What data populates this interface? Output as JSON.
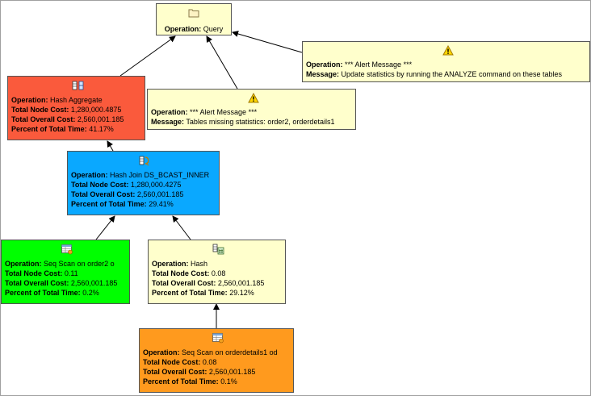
{
  "colors": {
    "query_fill": "#ffffcc",
    "alert_fill": "#ffffcc",
    "hash_aggregate_fill": "#fa5a3c",
    "hash_join_fill": "#0aa8ff",
    "seq_scan_order2_fill": "#00ff00",
    "hash_fill": "#ffffcc",
    "seq_scan_orderdetails_fill": "#ff9a1e"
  },
  "labels": {
    "operation": "Operation:",
    "message": "Message:",
    "total_node_cost": "Total Node Cost:",
    "total_overall_cost": "Total Overall Cost:",
    "percent_of_total_time": "Percent of Total Time:"
  },
  "query": {
    "operation": "Query",
    "icon": "folder-icon"
  },
  "alert_1": {
    "icon": "warning-icon",
    "operation": "*** Alert Message ***",
    "message": "Update statistics by running the ANALYZE command on these tables"
  },
  "alert_2": {
    "icon": "warning-icon",
    "operation": "*** Alert Message ***",
    "message": "Tables missing statistics: order2, orderdetails1"
  },
  "hash_aggregate": {
    "icon": "hash-aggregate-icon",
    "operation": "Hash Aggregate",
    "total_node_cost": "1,280,000.4875",
    "total_overall_cost": "2,560,001.185",
    "percent_of_total_time": "41.17%"
  },
  "hash_join": {
    "icon": "hash-join-icon",
    "operation": "Hash Join DS_BCAST_INNER",
    "total_node_cost": "1,280,000.4275",
    "total_overall_cost": "2,560,001.185",
    "percent_of_total_time": "29.41%"
  },
  "seq_scan_order2": {
    "icon": "table-scan-icon",
    "operation": "Seq Scan on order2 o",
    "total_node_cost": "0.11",
    "total_overall_cost": "2,560,001.185",
    "percent_of_total_time": "0.2%"
  },
  "hash": {
    "icon": "hash-icon",
    "operation": "Hash",
    "total_node_cost": "0.08",
    "total_overall_cost": "2,560,001.185",
    "percent_of_total_time": "29.12%"
  },
  "seq_scan_orderdetails": {
    "icon": "table-scan-icon",
    "operation": "Seq Scan on orderdetails1 od",
    "total_node_cost": "0.08",
    "total_overall_cost": "2,560,001.185",
    "percent_of_total_time": "0.1%"
  }
}
